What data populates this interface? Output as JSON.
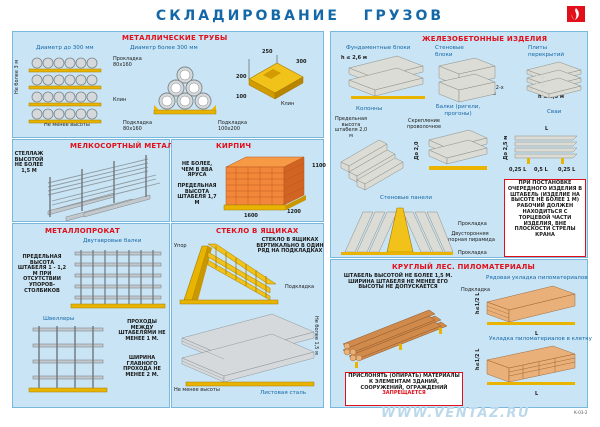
{
  "title": "СКЛАДИРОВАНИЕ   ГРУЗОВ",
  "metal_pipes": {
    "title": "МЕТАЛЛИЧЕСКИЕ ТРУБЫ",
    "diam_small": "Диаметр до 300 мм",
    "diam_large": "Диаметр более 300 мм",
    "spacer": "Прокладка 80х160",
    "height_limit": "Не более 3 м",
    "wedge": "Клин",
    "min_height": "Не менее высоты",
    "pad_1": "Подкладка 80х160",
    "pad_2": "Подкладка 100х200",
    "dim_250": "250",
    "dim_300": "300",
    "dim_200": "200",
    "dim_100": "100",
    "wedge_2": "Клин"
  },
  "small_metal": {
    "title": "МЕЛКОСОРТНЫЙ МЕТАЛЛ",
    "stack_limit": "СТЕЛЛАЖ ВЫСОТОЙ НЕ БОЛЕЕ 1,5 М"
  },
  "brick": {
    "title": "КИРПИЧ",
    "tiers": "НЕ БОЛЕЕ, ЧЕМ В ВВА ЯРУСА",
    "height": "ПРЕДЕЛЬНАЯ ВЫСОТА ШТАБЕЛЯ 1,7 М",
    "dim_1100": "1100",
    "dim_1600": "1600",
    "dim_1200": "1200"
  },
  "rolled_metal": {
    "title": "МЕТАЛЛОПРОКАТ",
    "subtitle": "Двутавровые балки",
    "limit": "ПРЕДЕЛЬНАЯ ВЫСОТА ШТАБЕЛЯ 1 - 1,2 М ПРИ ОТСУТСТВИИ УПОРОВ-СТОЛБИКОВ",
    "channels": "Швеллеры",
    "passages": "ПРОХОДЫ МЕЖДУ ШТАБЕЛЯМИ НЕ МЕНЕЕ 1 М.",
    "main_passage": "ШИРИНА ГЛАВНОГО ПРОХОДА НЕ МЕНЕЕ 2 М."
  },
  "glass": {
    "title": "СТЕКЛО В ЯЩИКАХ",
    "stop": "Упор",
    "rule": "СТЕКЛО В ЯЩИКАХ ВЕРТИКАЛЬНО В ОДИН РЯД НА ПОДКЛАДКАХ",
    "pad": "Подкладка"
  },
  "sheet_steel": {
    "height": "Не более 1,5 м",
    "min_height": "Не менее высоты",
    "label": "Листовая сталь"
  },
  "concrete": {
    "title": "ЖЕЛЕЗОБЕТОННЫЕ ИЗДЕЛИЯ",
    "foundation": "Фундаментные блоки",
    "wall": "Стеновые блоки",
    "slabs": "Плиты перекрытий",
    "h26": "h ≤ 2,6 м",
    "h_le_2tiers": "Не более 2-х ярусов",
    "h25": "h ≤ 2,5 м",
    "columns": "Колонны",
    "col_limit": "Предельная высота штабеля 2,0 м",
    "beams": "Балки (ригели, прогоны)",
    "tie": "Скрепление проволочное",
    "do_20": "До 2,0",
    "piles": "Сваи",
    "do_25": "До 2,5 м",
    "l_label": "L",
    "quarter": "0,25 L",
    "half": "0,5 L",
    "wall_panels": "Стеновые панели",
    "pad": "Прокладка",
    "pyramid": "Двусторонняя опорная пирамида",
    "note": "ПРИ ПОСТАНОВКЕ ОЧЕРЕДНОГО ИЗДЕЛИЯ В ШТАБЕЛЬ (ИЗДЕЛИЕ НА ВЫСОТЕ НЕ БОЛЕЕ 1 М) РАБОЧИЙ ДОЛЖЕН НАХОДИТЬСЯ С ТОРЦЕВОЙ ЧАСТИ ИЗДЕЛИЯ, ВНЕ ПЛОСКОСТИ СТРЕЛЫ КРАНА"
  },
  "timber": {
    "title": "КРУГЛЫЙ ЛЕС. ПИЛОМАТЕРИАЛЫ",
    "stack_rule": "ШТАБЕЛЬ ВЫСОТОЙ НЕ БОЛЕЕ 1,5 М. ШИРИНА ШТАБЕЛЯ НЕ МЕНЕЕ ЕГО ВЫСОТЫ НЕ ДОПУСКАЕТСЯ",
    "pad": "Подкладка",
    "row_stack": "Рядовая укладка пиломатериалов",
    "cage_stack": "Укладка пиломатериалов в клетку",
    "h_le_l": "h≤1/2 L",
    "l_label": "L",
    "warning": "ПРИСЛОНЯТЬ (ОПИРАТЬ) МАТЕРИАЛЫ К ЭЛЕМЕНТАМ ЗДАНИЙ, СООРУЖЕНИЙ, ОГРАЖДЕНИЙ",
    "warning_red": "ЗАПРЕЩАЕТСЯ"
  },
  "watermark": "WWW.VENTAZ.RU",
  "code": "К-03-2"
}
